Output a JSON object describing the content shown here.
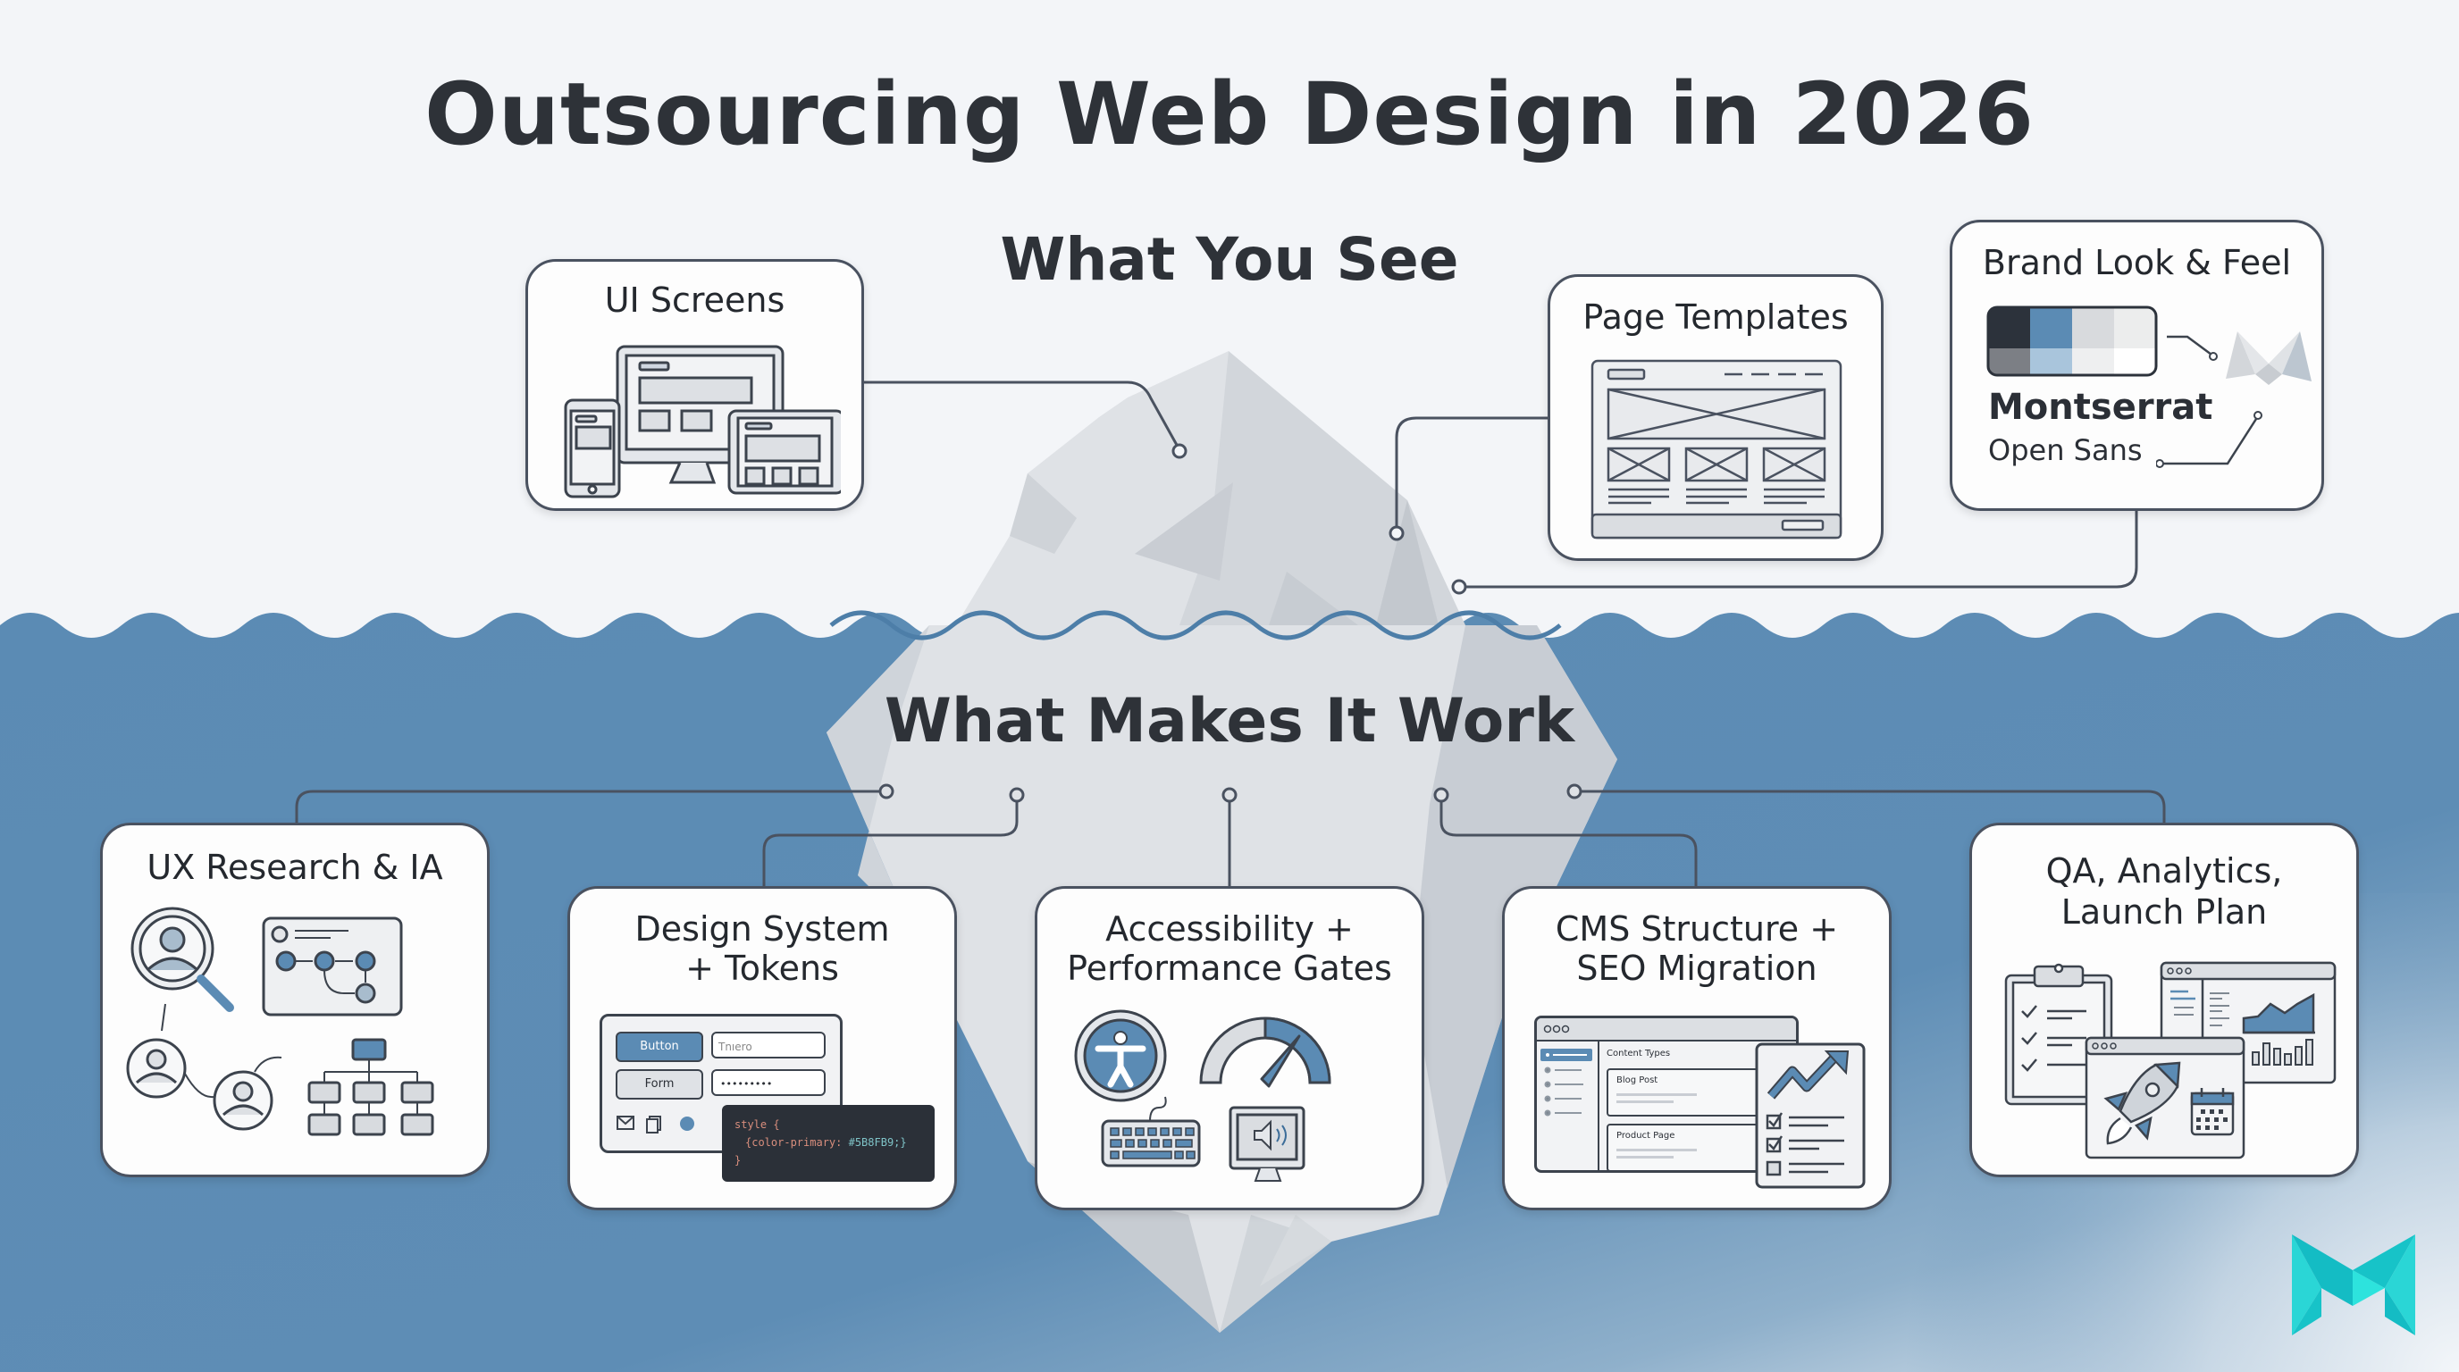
{
  "title": "Outsourcing Web Design in 2026",
  "sections": {
    "above": "What You See",
    "below": "What Makes It Work"
  },
  "colors": {
    "sky": "#f3f5f8",
    "water": "#5b8bb4",
    "water_light": "#e8eef3",
    "ice_light": "#e3e6ea",
    "ice_mid": "#d2d6dc",
    "ice_dark": "#c4c9d0",
    "ink": "#2e3238",
    "accent": "#4f82b0",
    "logo": "#2ad6d6"
  },
  "visible_items": [
    {
      "id": "ui-screens",
      "title": "UI Screens",
      "icon": "responsive-devices-icon"
    },
    {
      "id": "page-templates",
      "title": "Page Templates",
      "icon": "wireframe-template-icon"
    },
    {
      "id": "brand",
      "title": "Brand Look & Feel",
      "icon": "color-palette-icon",
      "font_primary": "Montserrat",
      "font_secondary": "Open Sans"
    }
  ],
  "hidden_items": [
    {
      "id": "ux-research",
      "title": "UX Research & IA",
      "icon": "user-research-icon"
    },
    {
      "id": "design-system",
      "title_line1": "Design System",
      "title_line2": "+ Tokens",
      "icon": "ui-components-icon",
      "ui": {
        "button_label": "Button",
        "form_label": "Form",
        "input_text": "Tnıero",
        "password_mask": "•••••••••"
      },
      "code": {
        "line1": "style {",
        "line2_prop": "{color-primary:",
        "line2_value": "#5B8FB9;}",
        "line3": "}"
      }
    },
    {
      "id": "accessibility",
      "title_line1": "Accessibility +",
      "title_line2": "Performance Gates",
      "icon": "accessibility-gauge-icon"
    },
    {
      "id": "cms-seo",
      "title_line1": "CMS Structure +",
      "title_line2": "SEO Migration",
      "icon": "cms-window-icon",
      "cms": {
        "heading": "Content Types",
        "item1": "Blog Post",
        "item2": "Product Page"
      }
    },
    {
      "id": "qa-launch",
      "title_line1": "QA, Analytics,",
      "title_line2": "Launch Plan",
      "icon": "launch-rocket-icon"
    }
  ],
  "logo": {
    "name": "brand-logo-m"
  }
}
